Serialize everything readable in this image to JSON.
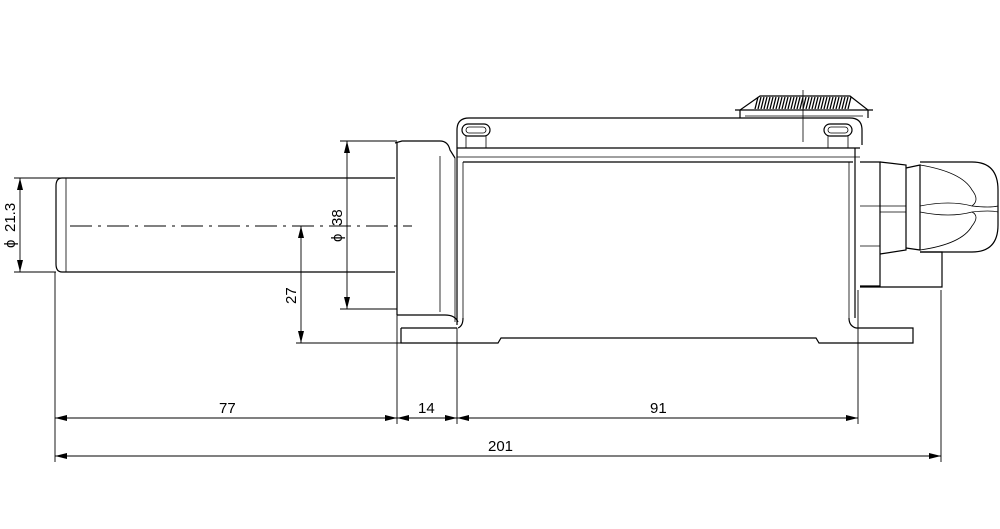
{
  "dimensions": {
    "dia_probe": {
      "symbol": "ϕ",
      "value": "21.3"
    },
    "dia_neck": {
      "symbol": "ϕ",
      "value": "38"
    },
    "height_axis": "27",
    "len_probe": "77",
    "len_flange": "14",
    "len_housing": "91",
    "len_total": "201"
  }
}
